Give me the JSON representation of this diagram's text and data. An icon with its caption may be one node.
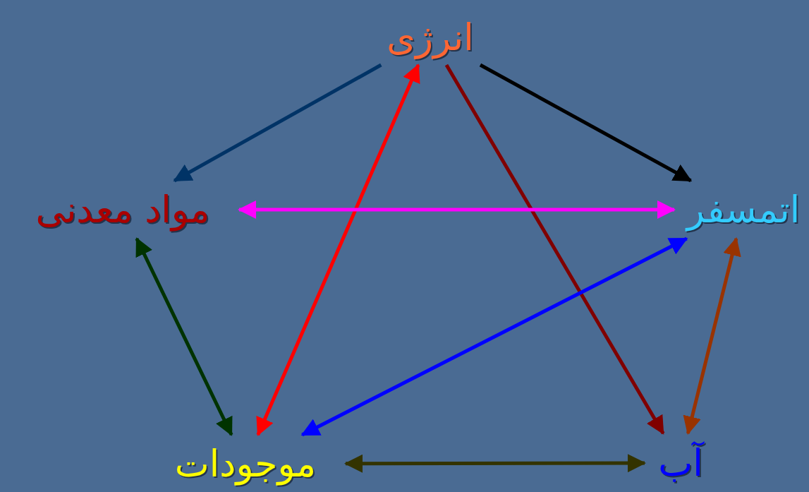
{
  "diagram": {
    "nodes": [
      {
        "text": [
          "انرژی"
        ]
      },
      {
        "text": [
          "مواد معدنی"
        ]
      },
      {
        "text": [
          "اتمسفر"
        ]
      },
      {
        "text": [
          "موجودات"
        ]
      },
      {
        "text": [
          "آب"
        ]
      }
    ],
    "edges": [
      {
        "from": 0,
        "to": 1,
        "arrow": "to",
        "color": "#003366"
      },
      {
        "from": 0,
        "to": 2,
        "arrow": "to",
        "color": "#000000"
      },
      {
        "from": 0,
        "to": 4,
        "arrow": "to",
        "color": "#800000"
      },
      {
        "from": 3,
        "to": 0,
        "arrow": "both",
        "color": "#ff0000"
      },
      {
        "from": 1,
        "to": 2,
        "arrow": "both",
        "color": "#ff00ff"
      },
      {
        "from": 1,
        "to": 3,
        "arrow": "both",
        "color": "#003300"
      },
      {
        "from": 2,
        "to": 3,
        "arrow": "both",
        "color": "#0000ff"
      },
      {
        "from": 2,
        "to": 4,
        "arrow": "both",
        "color": "#993300"
      },
      {
        "from": 3,
        "to": 4,
        "arrow": "both",
        "color": "#333300"
      }
    ]
  }
}
